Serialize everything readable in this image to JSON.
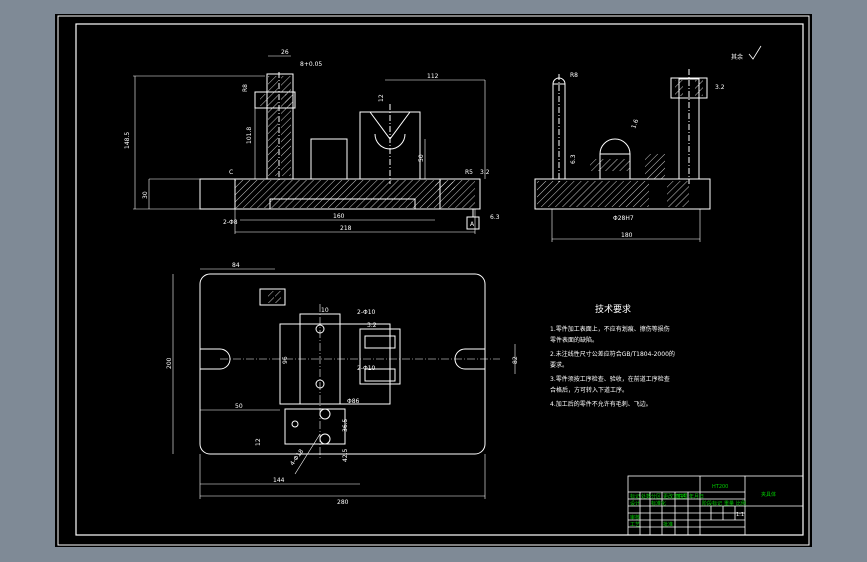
{
  "colors": {
    "background": "#7f8a96",
    "canvas": "#000000",
    "line": "#ffffff",
    "dimension": "#ffffff",
    "hatch": "#ffffff",
    "titleblock_green": "#00cc00",
    "titleblock_white": "#ffffff"
  },
  "tech_requirements": {
    "title": "技术要求",
    "items": [
      "1.零件加工表面上，不应有划痕、擦伤等损伤",
      "零件表面的缺陷。",
      "2.未注线性尺寸公差应符合GB/T1804-2000的",
      "要求。",
      "3.零件须按工序检查、验收，在前道工序检查",
      "合格后，方可转入下道工序。",
      "4.加工后的零件不允许有毛刺、飞边。"
    ]
  },
  "front_view_dims": {
    "d_top_w": "26",
    "d_top_tol": "8+0.05",
    "d_offset": "112",
    "d_height": "148.5",
    "d_post_h": "101.8",
    "d_r": "R8",
    "d_base_h": "30",
    "d_c": "C",
    "d_base_w": "160",
    "d_total_w": "218",
    "d_hole": "2-Φ8",
    "d_12": "12",
    "d_r5": "R5",
    "d_50": "50",
    "d_ra": "3.2",
    "d_ra2": "6.3",
    "d_datum": "A"
  },
  "side_view_dims": {
    "d_r8": "R8",
    "d_w": "180",
    "d_ra": "3.2",
    "d_16": "1.6",
    "d_ra63": "6.3",
    "d_phi": "Φ28H7"
  },
  "top_view_dims": {
    "d_84": "84",
    "d_10": "10",
    "d_2phi10": "2-Φ10",
    "d_ra": "3.2",
    "d_2phi10b": "2-Φ10",
    "d_86": "Φ86",
    "d_200": "200",
    "d_96": "96",
    "d_50": "50",
    "d_82": "82",
    "d_36": "36.5",
    "d_12": "12",
    "d_phi": "4-Φ18",
    "d_42": "42.5",
    "d_144": "144",
    "d_280": "280"
  },
  "roughness_note": "其余",
  "title_block": {
    "drawing_name": "夹具体",
    "material": "HT200",
    "row_labels": [
      "标记",
      "处数",
      "分区",
      "更改文件号",
      "签名",
      "年月日"
    ],
    "row_labels2": [
      "设计",
      "标准化",
      "阶段标记",
      "重量",
      "比例"
    ],
    "row_labels3": [
      "审核",
      "工艺",
      "批准"
    ],
    "scale": "1:1"
  }
}
